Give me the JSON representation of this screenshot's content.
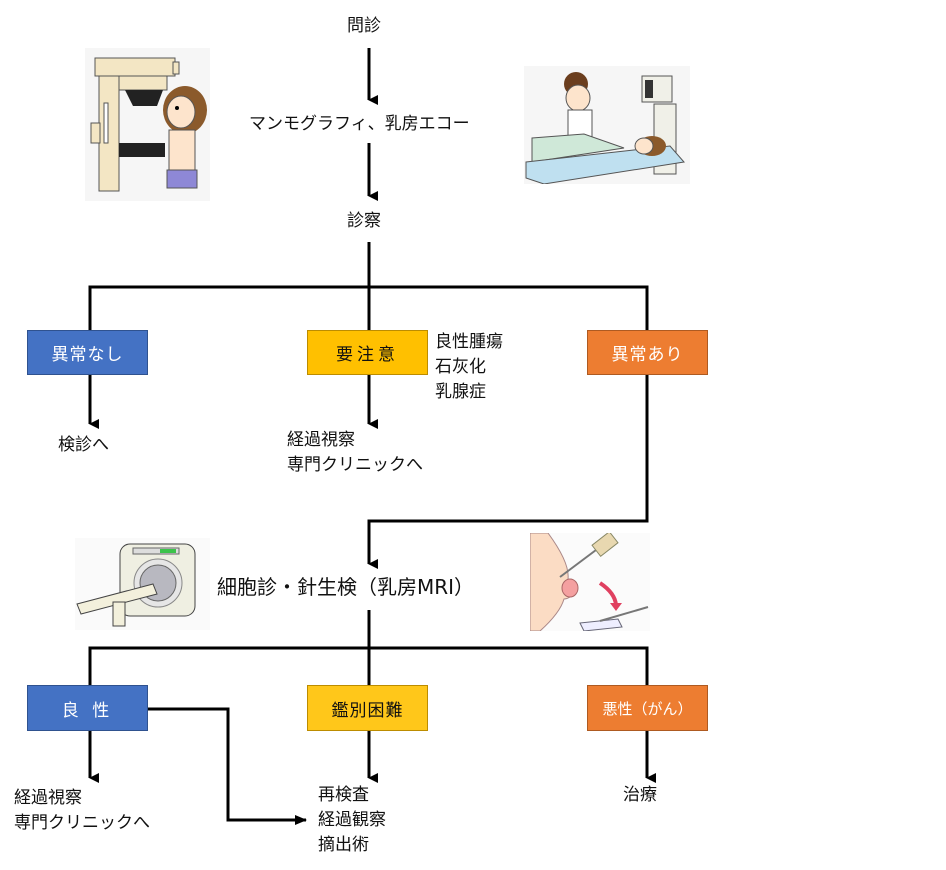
{
  "steps": {
    "interview": "問診",
    "imaging": "マンモグラフィ、乳房エコー",
    "exam": "診察"
  },
  "first_results": {
    "normal": {
      "label": "異常なし",
      "next": "検診へ",
      "color": "#4472C4"
    },
    "caution": {
      "label": "要注意",
      "color": "#FFC000",
      "conditions": [
        "良性腫瘍",
        "石灰化",
        "乳腺症"
      ],
      "next": [
        "経過視察",
        "専門クリニックへ"
      ]
    },
    "abnormal": {
      "label": "異常あり",
      "color": "#ED7D31"
    }
  },
  "biopsy": {
    "label": "細胞診・針生検（乳房MRI）"
  },
  "second_results": {
    "benign": {
      "label": "良 性",
      "next": [
        "経過視察",
        "専門クリニックへ"
      ],
      "color": "#4472C4"
    },
    "indeterminate": {
      "label": "鑑別困難",
      "next": [
        "再検査",
        "経過観察",
        "摘出術"
      ],
      "color": "#FFC71A"
    },
    "malignant": {
      "label": "悪性（がん）",
      "next": "治療",
      "color": "#ED7D31"
    }
  },
  "illustrations": {
    "mammography": "mammography-illustration",
    "ultrasound": "breast-ultrasound-illustration",
    "mri": "mri-scanner-illustration",
    "needle_biopsy": "needle-biopsy-illustration"
  }
}
